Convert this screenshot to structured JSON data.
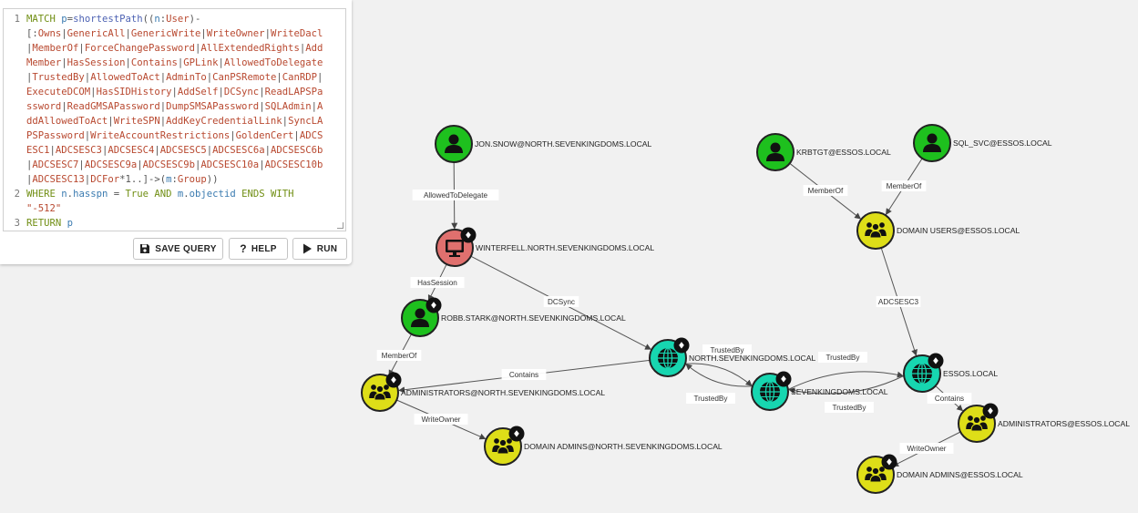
{
  "query": {
    "line_numbers": [
      "1",
      "2",
      "3"
    ],
    "lines": [
      {
        "ln": "1",
        "segments": [
          [
            "kw",
            "MATCH "
          ],
          [
            "var",
            "p"
          ],
          [
            "punct",
            "="
          ],
          [
            "fn",
            "shortestPath"
          ],
          [
            "punct",
            "(("
          ],
          [
            "var",
            "n"
          ],
          [
            "punct",
            ":"
          ],
          [
            "rel",
            "User"
          ],
          [
            "punct",
            ")-"
          ]
        ]
      },
      {
        "ln": "",
        "segments": [
          [
            "punct",
            "[:"
          ],
          [
            "rel",
            "Owns"
          ],
          [
            "punct",
            "|"
          ],
          [
            "rel",
            "GenericAll"
          ],
          [
            "punct",
            "|"
          ],
          [
            "rel",
            "GenericWrite"
          ],
          [
            "punct",
            "|"
          ],
          [
            "rel",
            "WriteOwner"
          ],
          [
            "punct",
            "|"
          ],
          [
            "rel",
            "WriteDacl"
          ]
        ]
      },
      {
        "ln": "",
        "segments": [
          [
            "punct",
            "|"
          ],
          [
            "rel",
            "MemberOf"
          ],
          [
            "punct",
            "|"
          ],
          [
            "rel",
            "ForceChangePassword"
          ],
          [
            "punct",
            "|"
          ],
          [
            "rel",
            "AllExtendedRights"
          ],
          [
            "punct",
            "|"
          ],
          [
            "rel",
            "Add"
          ]
        ]
      },
      {
        "ln": "",
        "segments": [
          [
            "rel",
            "Member"
          ],
          [
            "punct",
            "|"
          ],
          [
            "rel",
            "HasSession"
          ],
          [
            "punct",
            "|"
          ],
          [
            "rel",
            "Contains"
          ],
          [
            "punct",
            "|"
          ],
          [
            "rel",
            "GPLink"
          ],
          [
            "punct",
            "|"
          ],
          [
            "rel",
            "AllowedToDelegate"
          ]
        ]
      },
      {
        "ln": "",
        "segments": [
          [
            "punct",
            "|"
          ],
          [
            "rel",
            "TrustedBy"
          ],
          [
            "punct",
            "|"
          ],
          [
            "rel",
            "AllowedToAct"
          ],
          [
            "punct",
            "|"
          ],
          [
            "rel",
            "AdminTo"
          ],
          [
            "punct",
            "|"
          ],
          [
            "rel",
            "CanPSRemote"
          ],
          [
            "punct",
            "|"
          ],
          [
            "rel",
            "CanRDP"
          ],
          [
            "punct",
            "|"
          ]
        ]
      },
      {
        "ln": "",
        "segments": [
          [
            "rel",
            "ExecuteDCOM"
          ],
          [
            "punct",
            "|"
          ],
          [
            "rel",
            "HasSIDHistory"
          ],
          [
            "punct",
            "|"
          ],
          [
            "rel",
            "AddSelf"
          ],
          [
            "punct",
            "|"
          ],
          [
            "rel",
            "DCSync"
          ],
          [
            "punct",
            "|"
          ],
          [
            "rel",
            "ReadLAPSPa"
          ]
        ]
      },
      {
        "ln": "",
        "segments": [
          [
            "rel",
            "ssword"
          ],
          [
            "punct",
            "|"
          ],
          [
            "rel",
            "ReadGMSAPassword"
          ],
          [
            "punct",
            "|"
          ],
          [
            "rel",
            "DumpSMSAPassword"
          ],
          [
            "punct",
            "|"
          ],
          [
            "rel",
            "SQLAdmin"
          ],
          [
            "punct",
            "|"
          ],
          [
            "rel",
            "A"
          ]
        ]
      },
      {
        "ln": "",
        "segments": [
          [
            "rel",
            "ddAllowedToAct"
          ],
          [
            "punct",
            "|"
          ],
          [
            "rel",
            "WriteSPN"
          ],
          [
            "punct",
            "|"
          ],
          [
            "rel",
            "AddKeyCredentialLink"
          ],
          [
            "punct",
            "|"
          ],
          [
            "rel",
            "SyncLA"
          ]
        ]
      },
      {
        "ln": "",
        "segments": [
          [
            "rel",
            "PSPassword"
          ],
          [
            "punct",
            "|"
          ],
          [
            "rel",
            "WriteAccountRestrictions"
          ],
          [
            "punct",
            "|"
          ],
          [
            "rel",
            "GoldenCert"
          ],
          [
            "punct",
            "|"
          ],
          [
            "rel",
            "ADCS"
          ]
        ]
      },
      {
        "ln": "",
        "segments": [
          [
            "rel",
            "ESC1"
          ],
          [
            "punct",
            "|"
          ],
          [
            "rel",
            "ADCSESC3"
          ],
          [
            "punct",
            "|"
          ],
          [
            "rel",
            "ADCSESC4"
          ],
          [
            "punct",
            "|"
          ],
          [
            "rel",
            "ADCSESC5"
          ],
          [
            "punct",
            "|"
          ],
          [
            "rel",
            "ADCSESC6a"
          ],
          [
            "punct",
            "|"
          ],
          [
            "rel",
            "ADCSESC6b"
          ]
        ]
      },
      {
        "ln": "",
        "segments": [
          [
            "punct",
            "|"
          ],
          [
            "rel",
            "ADCSESC7"
          ],
          [
            "punct",
            "|"
          ],
          [
            "rel",
            "ADCSESC9a"
          ],
          [
            "punct",
            "|"
          ],
          [
            "rel",
            "ADCSESC9b"
          ],
          [
            "punct",
            "|"
          ],
          [
            "rel",
            "ADCSESC10a"
          ],
          [
            "punct",
            "|"
          ],
          [
            "rel",
            "ADCSESC10b"
          ]
        ]
      },
      {
        "ln": "",
        "segments": [
          [
            "punct",
            "|"
          ],
          [
            "rel",
            "ADCSESC13"
          ],
          [
            "punct",
            "|"
          ],
          [
            "rel",
            "DCFor"
          ],
          [
            "punct",
            "*1..]->("
          ],
          [
            "var",
            "m"
          ],
          [
            "punct",
            ":"
          ],
          [
            "rel",
            "Group"
          ],
          [
            "punct",
            "))"
          ]
        ]
      },
      {
        "ln": "2",
        "segments": [
          [
            "kw",
            "WHERE "
          ],
          [
            "var",
            "n"
          ],
          [
            "punct",
            "."
          ],
          [
            "var",
            "hasspn"
          ],
          [
            "punct",
            " = "
          ],
          [
            "kw",
            "True AND "
          ],
          [
            "var",
            "m"
          ],
          [
            "punct",
            "."
          ],
          [
            "var",
            "objectid"
          ],
          [
            "kw",
            " ENDS WITH"
          ]
        ]
      },
      {
        "ln": "",
        "segments": [
          [
            "str",
            "\"-512\""
          ]
        ]
      },
      {
        "ln": "3",
        "segments": [
          [
            "kw",
            "RETURN "
          ],
          [
            "var",
            "p"
          ]
        ]
      }
    ]
  },
  "buttons": {
    "save_label": "SAVE QUERY",
    "help_label": "HELP",
    "run_label": "RUN"
  },
  "colors": {
    "user": "#1ec01e",
    "group": "#dede18",
    "computer": "#e0706e",
    "domain": "#17d6b0",
    "edge": "#555555"
  },
  "nodes": [
    {
      "id": "jon",
      "type": "user",
      "label": "JON.SNOW@NORTH.SEVENKINGDOMS.LOCAL",
      "badge": false
    },
    {
      "id": "winterfell",
      "type": "computer",
      "label": "WINTERFELL.NORTH.SEVENKINGDOMS.LOCAL",
      "badge": true
    },
    {
      "id": "robb",
      "type": "user",
      "label": "ROBB.STARK@NORTH.SEVENKINGDOMS.LOCAL",
      "badge": true
    },
    {
      "id": "admins_north",
      "type": "group",
      "label": "ADMINISTRATORS@NORTH.SEVENKINGDOMS.LOCAL",
      "badge": true
    },
    {
      "id": "da_north",
      "type": "group",
      "label": "DOMAIN ADMINS@NORTH.SEVENKINGDOMS.LOCAL",
      "badge": true
    },
    {
      "id": "north",
      "type": "domain",
      "label": "NORTH.SEVENKINGDOMS.LOCAL",
      "badge": true
    },
    {
      "id": "sevenk",
      "type": "domain",
      "label": "SEVENKINGDOMS.LOCAL",
      "badge": true
    },
    {
      "id": "essos",
      "type": "domain",
      "label": "ESSOS.LOCAL",
      "badge": true
    },
    {
      "id": "admins_essos",
      "type": "group",
      "label": "ADMINISTRATORS@ESSOS.LOCAL",
      "badge": true
    },
    {
      "id": "da_essos",
      "type": "group",
      "label": "DOMAIN ADMINS@ESSOS.LOCAL",
      "badge": true
    },
    {
      "id": "krbtgt",
      "type": "user",
      "label": "KRBTGT@ESSOS.LOCAL",
      "badge": false
    },
    {
      "id": "sqlsvc",
      "type": "user",
      "label": "SQL_SVC@ESSOS.LOCAL",
      "badge": false
    },
    {
      "id": "du_essos",
      "type": "group",
      "label": "DOMAIN USERS@ESSOS.LOCAL",
      "badge": false
    }
  ],
  "edges": [
    {
      "from": "jon",
      "to": "winterfell",
      "label": "AllowedToDelegate"
    },
    {
      "from": "winterfell",
      "to": "robb",
      "label": "HasSession"
    },
    {
      "from": "winterfell",
      "to": "north",
      "label": "DCSync"
    },
    {
      "from": "robb",
      "to": "admins_north",
      "label": "MemberOf"
    },
    {
      "from": "north",
      "to": "admins_north",
      "label": "Contains"
    },
    {
      "from": "admins_north",
      "to": "da_north",
      "label": "WriteOwner"
    },
    {
      "from": "north",
      "to": "sevenk",
      "label": "TrustedBy"
    },
    {
      "from": "sevenk",
      "to": "north",
      "label": "TrustedBy"
    },
    {
      "from": "sevenk",
      "to": "essos",
      "label": "TrustedBy"
    },
    {
      "from": "essos",
      "to": "sevenk",
      "label": "TrustedBy"
    },
    {
      "from": "krbtgt",
      "to": "du_essos",
      "label": "MemberOf"
    },
    {
      "from": "sqlsvc",
      "to": "du_essos",
      "label": "MemberOf"
    },
    {
      "from": "du_essos",
      "to": "essos",
      "label": "ADCSESC3"
    },
    {
      "from": "essos",
      "to": "admins_essos",
      "label": "Contains"
    },
    {
      "from": "admins_essos",
      "to": "da_essos",
      "label": "WriteOwner"
    }
  ]
}
